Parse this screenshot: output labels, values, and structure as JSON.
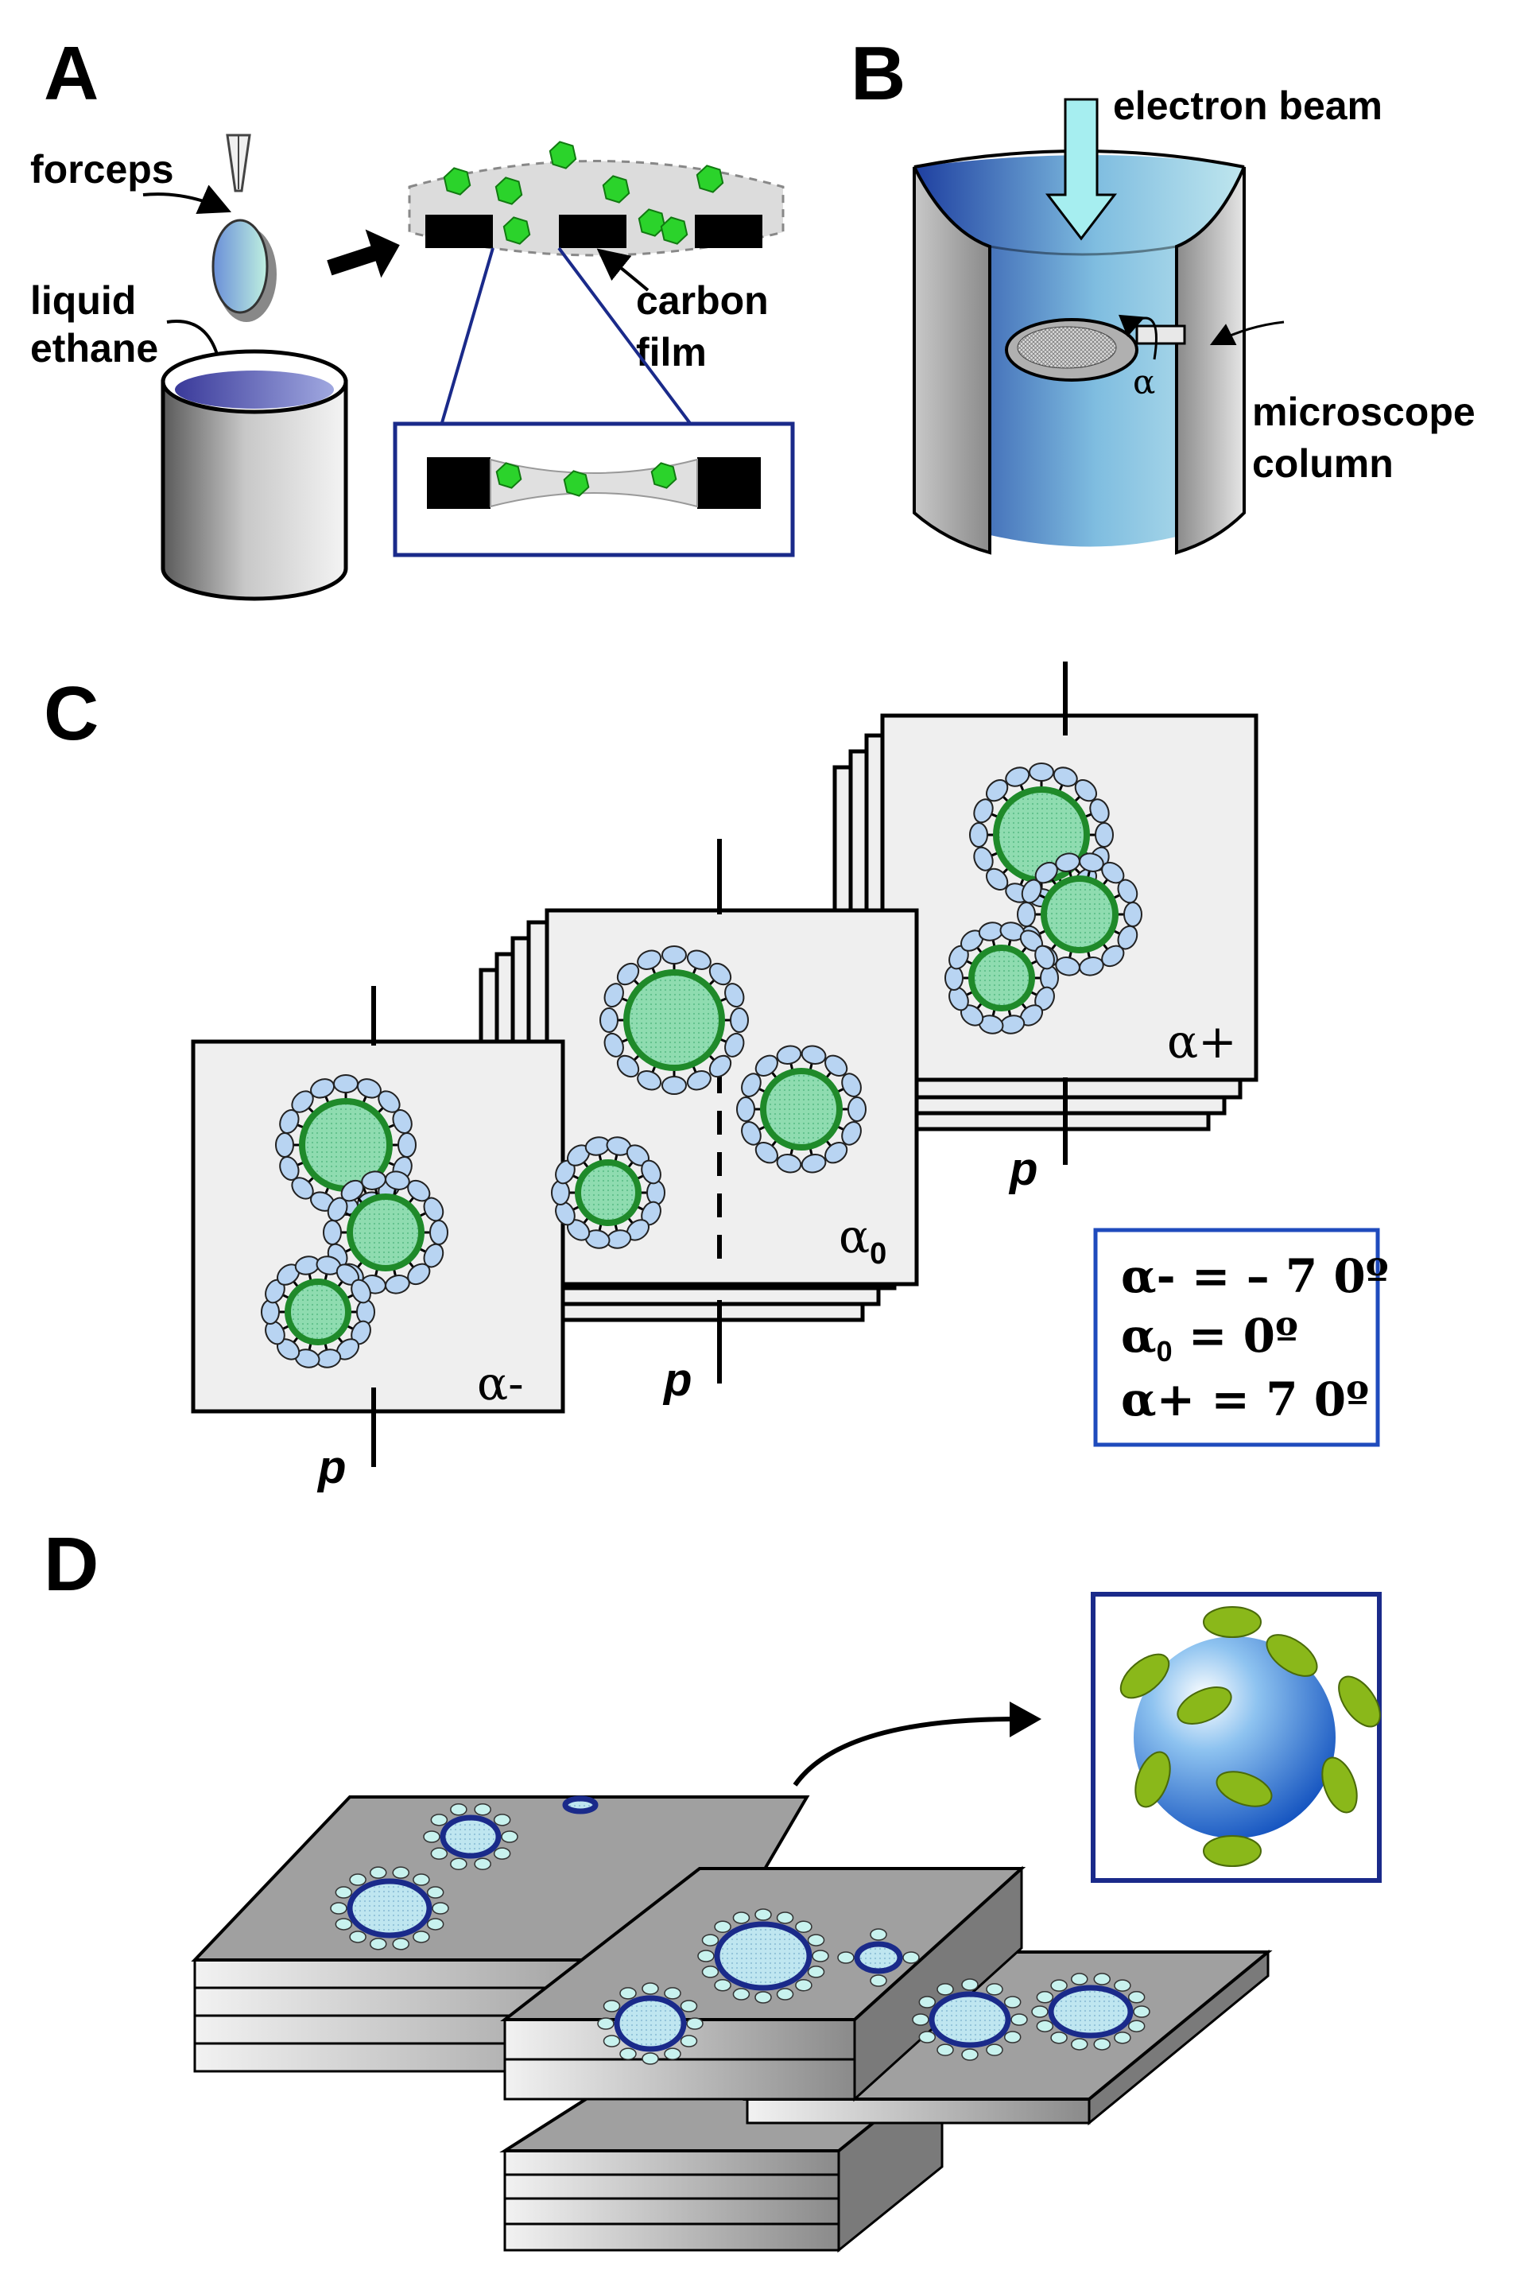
{
  "panels": {
    "A": {
      "letter": "A",
      "labels": {
        "forceps": "forceps",
        "liquid": "liquid",
        "ethane": "ethane",
        "carbon": "carbon",
        "film": "film"
      }
    },
    "B": {
      "letter": "B",
      "labels": {
        "beam": "electron beam",
        "microscope": "microscope",
        "column": "column",
        "alpha": "α"
      }
    },
    "C": {
      "letter": "C",
      "tilt_labels": {
        "minus": "α-",
        "zero_base": "α",
        "zero_sub": "0",
        "plus": "α+"
      },
      "axis_label": "p",
      "legend": {
        "row1": "α- = – 7 0º",
        "row2_a": "α",
        "row2_sub": "0",
        "row2_b": " =      0º",
        "row3": "α+ = 7 0º"
      }
    },
    "D": {
      "letter": "D"
    }
  },
  "colors": {
    "green_particle": "#2bd32b",
    "green_ring": "#1f8a2a",
    "green_fill": "#7fd8a8",
    "petal": "#b8d4f2",
    "navy": "#1a2a8a",
    "inset_box": "#1a3a9a",
    "legend_box": "#1f4bbd",
    "slab_top": "#999999",
    "sphere_blue": "#1a6fd6",
    "spike_green": "#8ab81a"
  }
}
